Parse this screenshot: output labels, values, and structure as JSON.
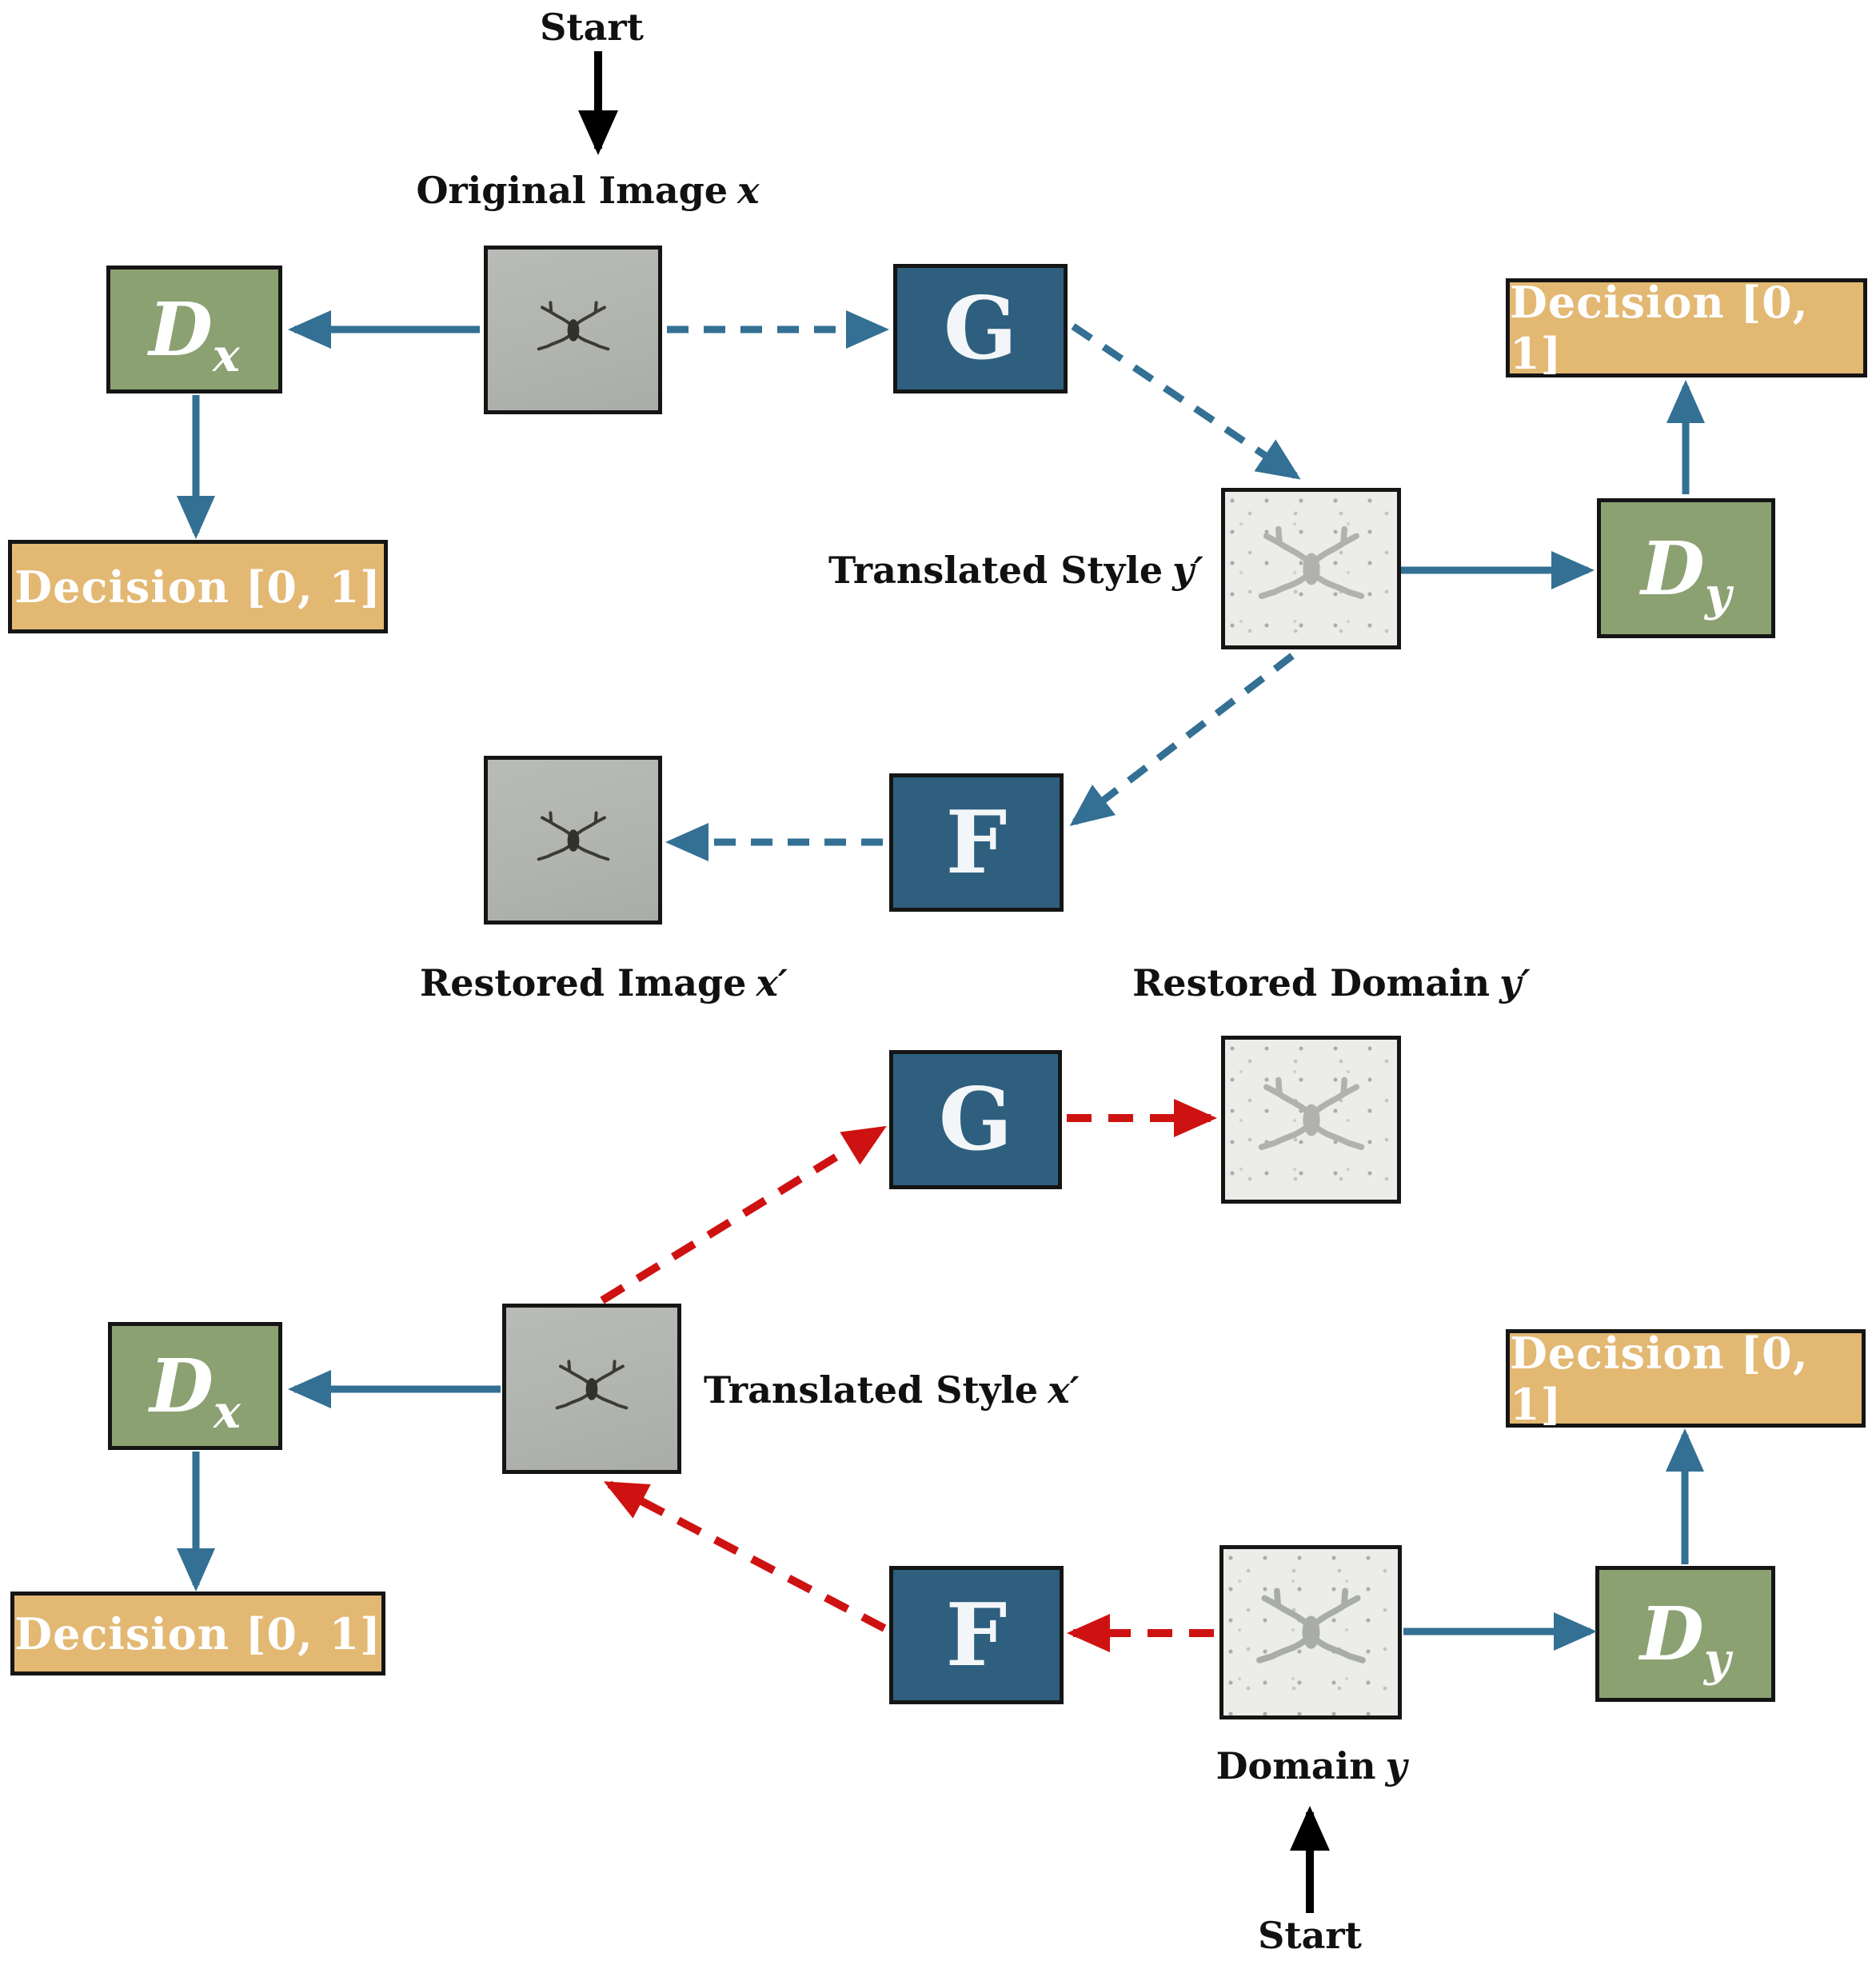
{
  "figure": {
    "description": "CycleGAN style-translation cycle diagram with two flows",
    "colors": {
      "generator_blue": "#2E5F7E",
      "discriminator_green": "#8CA172",
      "decision_tan": "#E2B873",
      "arrow_blue": "#337093",
      "arrow_red": "#CE1211",
      "arrow_black": "#000000",
      "photo_gray": "#B1B4AF",
      "photo_light": "#ECECE9"
    },
    "top_flow": {
      "start_label": "Start",
      "original_image_label": {
        "text": "Original Image",
        "var": "x"
      },
      "dx": {
        "letter": "D",
        "sub": "x"
      },
      "g": {
        "letter": "G"
      },
      "f": {
        "letter": "F"
      },
      "dy": {
        "letter": "D",
        "sub": "y"
      },
      "decision_left": "Decision [0, 1]",
      "decision_right": "Decision [0, 1]",
      "translated_label": {
        "text": "Translated Style",
        "var": "y′"
      },
      "restored_image_label": {
        "text": "Restored Image",
        "var": "x′"
      },
      "restored_domain_label": {
        "text": "Restored Domain",
        "var": "y′"
      }
    },
    "bottom_flow": {
      "start_label": "Start",
      "domain_label": {
        "text": "Domain",
        "var": "y"
      },
      "g": {
        "letter": "G"
      },
      "f": {
        "letter": "F"
      },
      "dx": {
        "letter": "D",
        "sub": "x"
      },
      "dy": {
        "letter": "D",
        "sub": "y"
      },
      "decision_left": "Decision [0, 1]",
      "decision_right": "Decision [0, 1]",
      "translated_label": {
        "text": "Translated Style",
        "var": "x′"
      }
    }
  }
}
